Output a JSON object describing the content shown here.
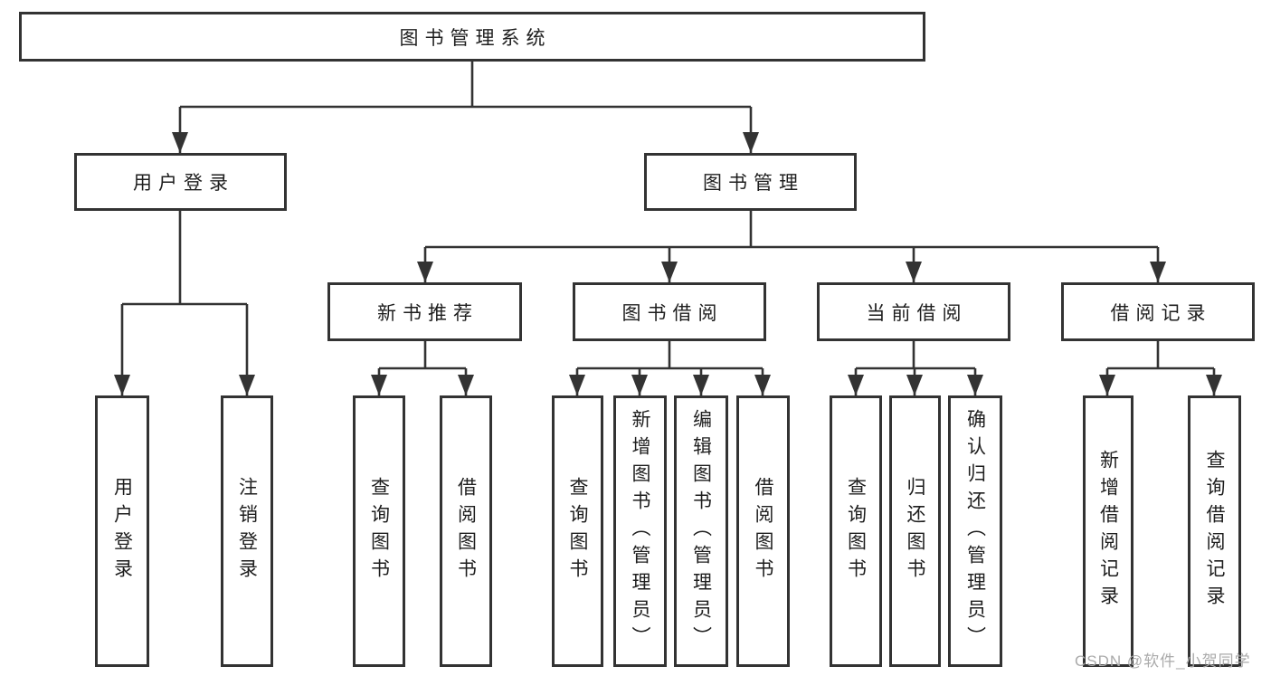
{
  "tree": {
    "root": "图书管理系统",
    "branches": [
      {
        "label": "用户登录",
        "children": [
          "用户登录",
          "注销登录"
        ]
      },
      {
        "label": "图书管理",
        "groups": [
          {
            "label": "新书推荐",
            "children": [
              "查询图书",
              "借阅图书"
            ]
          },
          {
            "label": "图书借阅",
            "children": [
              "查询图书",
              "新增图书（管理员）",
              "编辑图书（管理员）",
              "借阅图书"
            ]
          },
          {
            "label": "当前借阅",
            "children": [
              "查询图书",
              "归还图书",
              "确认归还（管理员）"
            ]
          },
          {
            "label": "借阅记录",
            "children": [
              "新增借阅记录",
              "查询借阅记录"
            ]
          }
        ]
      }
    ]
  },
  "watermark": {
    "text": "CSDN @软件_小贺同学"
  },
  "colors": {
    "line": "#333333",
    "box_border": "#333333",
    "text": "#1e1e1e",
    "watermark": "#aaaaaa",
    "background": "#ffffff"
  }
}
